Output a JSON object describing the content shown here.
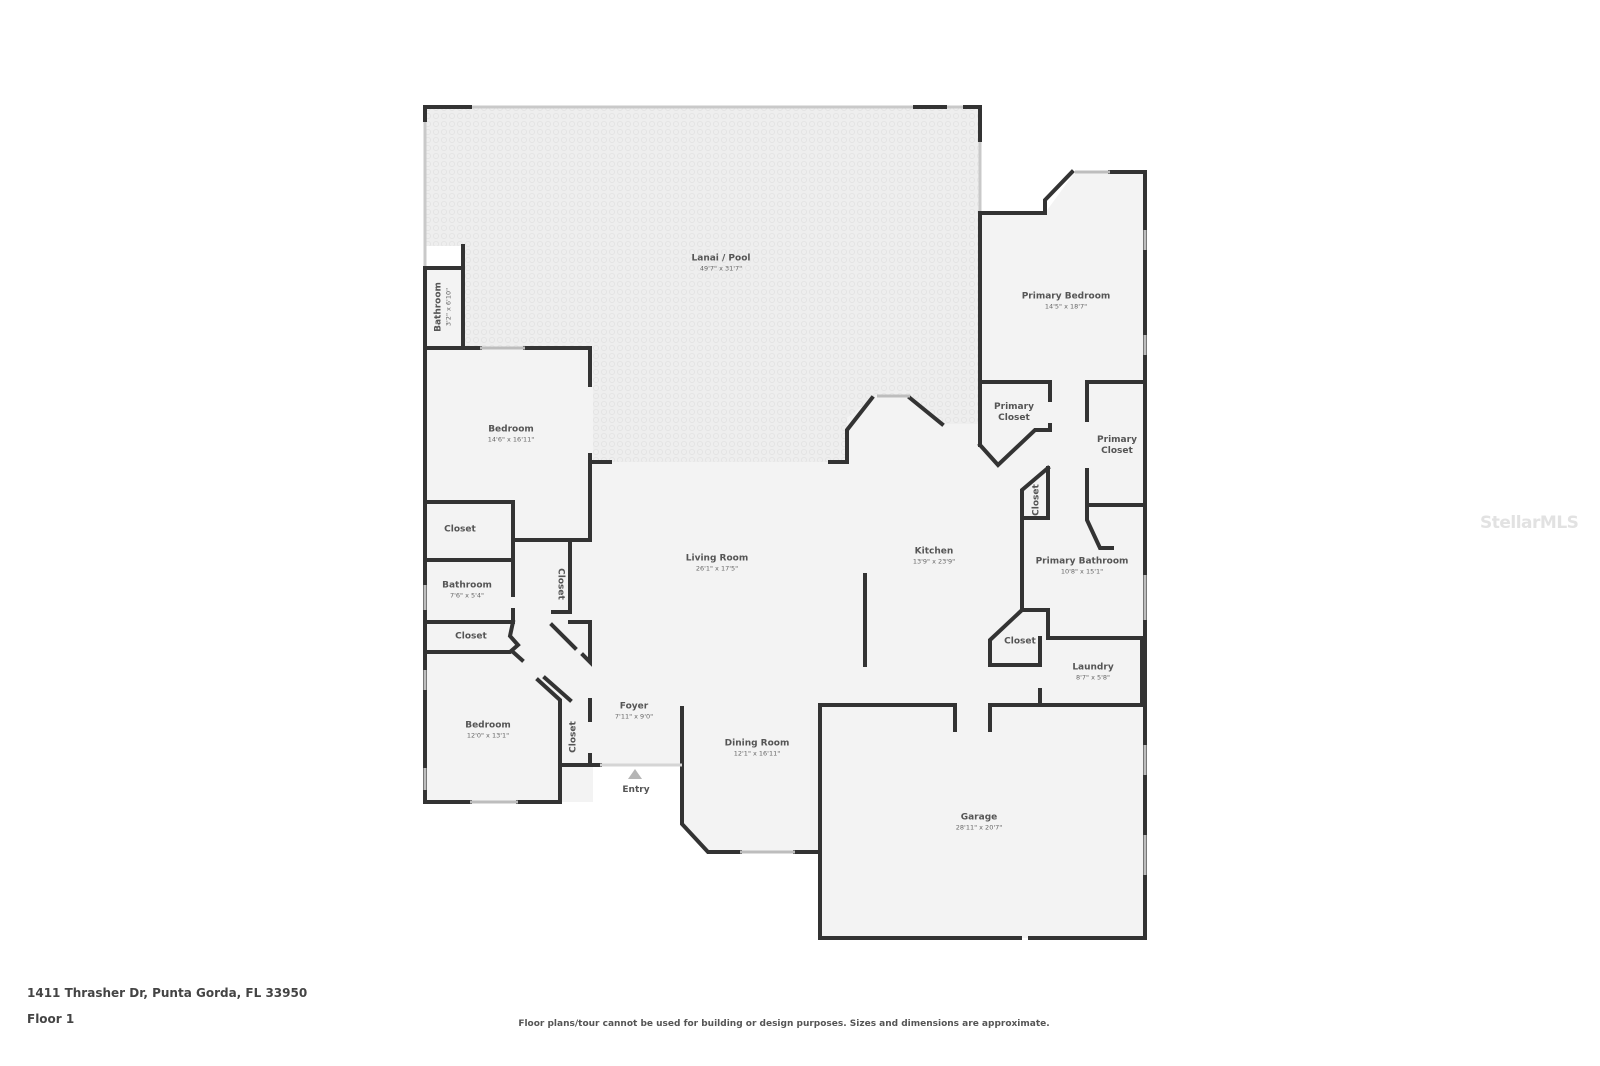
{
  "plan": {
    "address": "1411 Thrasher Dr, Punta Gorda, FL 33950",
    "floor": "Floor 1",
    "disclaimer": "Floor plans/tour cannot be used for building or design purposes. Sizes and dimensions are approximate.",
    "watermark": "StellarMLS",
    "entry_label": "Entry",
    "colors": {
      "wall": "#333333",
      "floor": "#f3f3f3",
      "lanai": "#ececec",
      "window": "#dddddd"
    }
  },
  "rooms": [
    {
      "id": "lanai",
      "name": "Lanai / Pool",
      "dim": "49'7\" x 31'7\""
    },
    {
      "id": "primary-bedroom",
      "name": "Primary Bedroom",
      "dim": "14'5\" x 18'7\""
    },
    {
      "id": "bathroom-lanai",
      "name": "Bathroom",
      "dim": "3'2\" x 6'10\""
    },
    {
      "id": "bedroom-1",
      "name": "Bedroom",
      "dim": "14'6\" x 16'11\""
    },
    {
      "id": "closet-1",
      "name": "Closet",
      "dim": ""
    },
    {
      "id": "bathroom-hall",
      "name": "Bathroom",
      "dim": "7'6\" x 5'4\""
    },
    {
      "id": "closet-hall",
      "name": "Closet",
      "dim": ""
    },
    {
      "id": "closet-2",
      "name": "Closet",
      "dim": ""
    },
    {
      "id": "bedroom-2",
      "name": "Bedroom",
      "dim": "12'0\" x 13'1\""
    },
    {
      "id": "closet-bed2",
      "name": "Closet",
      "dim": ""
    },
    {
      "id": "foyer",
      "name": "Foyer",
      "dim": "7'11\" x 9'0\""
    },
    {
      "id": "living-room",
      "name": "Living Room",
      "dim": "26'1\" x 17'5\""
    },
    {
      "id": "dining-room",
      "name": "Dining Room",
      "dim": "12'1\" x 16'11\""
    },
    {
      "id": "kitchen",
      "name": "Kitchen",
      "dim": "13'9\" x 23'9\""
    },
    {
      "id": "primary-closet-1",
      "name": "Primary Closet",
      "name_line1": "Primary",
      "name_line2": "Closet",
      "dim": ""
    },
    {
      "id": "primary-closet-2",
      "name": "Primary Closet",
      "name_line1": "Primary",
      "name_line2": "Closet",
      "dim": ""
    },
    {
      "id": "closet-kitchen",
      "name": "Closet",
      "dim": ""
    },
    {
      "id": "primary-bathroom",
      "name": "Primary Bathroom",
      "dim": "10'8\" x 15'1\""
    },
    {
      "id": "closet-laundry",
      "name": "Closet",
      "dim": ""
    },
    {
      "id": "laundry",
      "name": "Laundry",
      "dim": "8'7\" x 5'8\""
    },
    {
      "id": "garage",
      "name": "Garage",
      "dim": "28'11\" x 20'7\""
    }
  ]
}
